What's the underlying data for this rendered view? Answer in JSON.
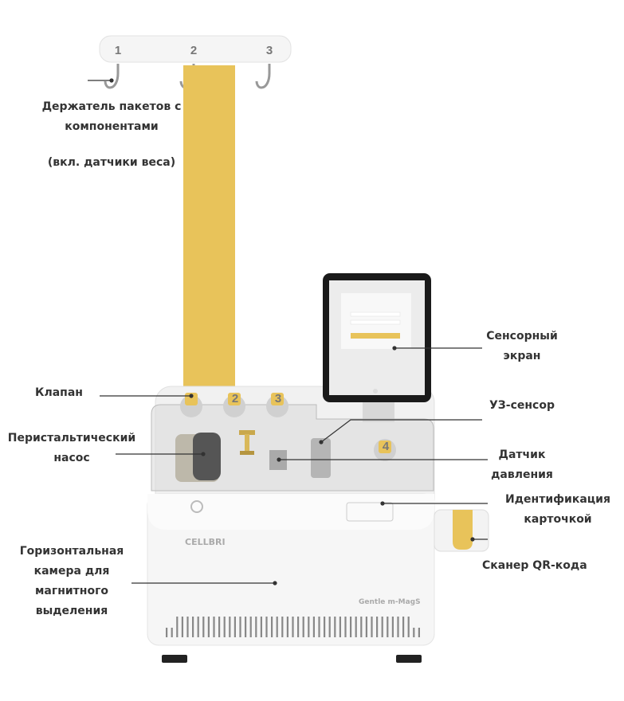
{
  "hanger_numbers": [
    "1",
    "2",
    "3"
  ],
  "valve_numbers": [
    "1",
    "2",
    "3",
    "4"
  ],
  "brand": "CELLBRI",
  "model": "Gentle m-MagS",
  "colors": {
    "accent_gold": "#e8c35a",
    "body": "#f4f4f4",
    "bezel": "#1a1a1a",
    "text": "#333333"
  },
  "labels": {
    "bag_holder_line1": "Держатель пакетов с",
    "bag_holder_line2": "компонентами",
    "bag_holder_note": "(вкл. датчики веса)",
    "valve": "Клапан",
    "pump_line1": "Перистальтический",
    "pump_line2": "насос",
    "chamber_line1": "Горизонтальная",
    "chamber_line2": "камера для",
    "chamber_line3": "магнитного",
    "chamber_line4": "выделения",
    "screen_line1": "Сенсорный",
    "screen_line2": "экран",
    "us_sensor": "УЗ-сенсор",
    "pressure_line1": "Датчик",
    "pressure_line2": "давления",
    "card_line1": "Идентификация",
    "card_line2": "карточкой",
    "qr_scanner": "Сканер QR-кода"
  }
}
